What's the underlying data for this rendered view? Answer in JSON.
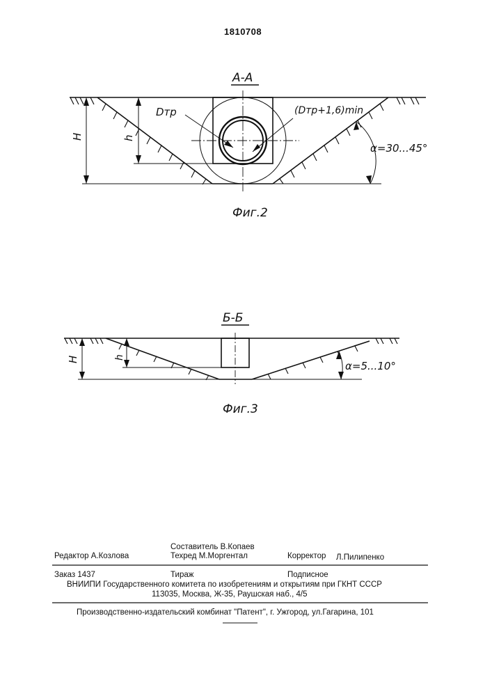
{
  "patent_number": "1810708",
  "fig2": {
    "section": "А-А",
    "label_H": "H",
    "label_h": "h",
    "label_dtr": "Dтр",
    "label_dmin": "(Dтр+1,6)min",
    "label_angle": "α=30...45°",
    "caption": "Фиг.2"
  },
  "fig3": {
    "section": "Б-Б",
    "label_H": "H",
    "label_h": "h",
    "label_angle": "α=5...10°",
    "caption": "Фиг.3"
  },
  "footer": {
    "compiler": "Составитель В.Копаев",
    "editor": "Редактор  А.Козлова",
    "techred": "Техред М.Моргентал",
    "corrector_title": "Корректор",
    "corrector_name": "Л.Пилипенко",
    "order": "Заказ  1437",
    "circulation": "Тираж",
    "subscription": "Подписное",
    "vniipi": "ВНИИПИ Государственного комитета по изобретениям и открытиям при ГКНТ СССР",
    "address": "113035, Москва, Ж-35, Раушская наб., 4/5",
    "printer": "Производственно-издательский комбинат \"Патент\", г. Ужгород, ул.Гагарина, 101"
  }
}
